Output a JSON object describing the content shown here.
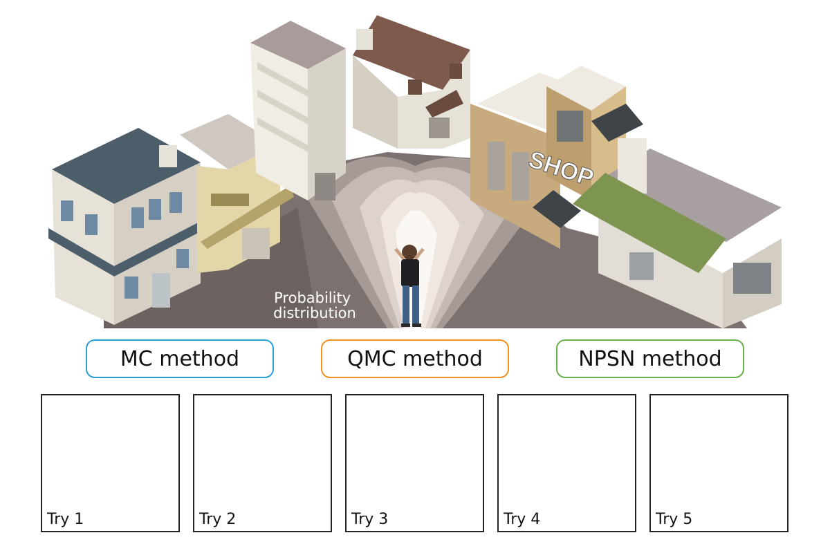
{
  "scene": {
    "distribution_label": [
      "Probability",
      "distribution"
    ],
    "shop_sign": "SHOP"
  },
  "methods": [
    {
      "label": "MC method",
      "color": "#2a9fd6"
    },
    {
      "label": "QMC method",
      "color": "#f0921e"
    },
    {
      "label": "NPSN method",
      "color": "#6ab04c"
    }
  ],
  "tries": [
    "Try 1",
    "Try 2",
    "Try 3",
    "Try 4",
    "Try 5"
  ]
}
